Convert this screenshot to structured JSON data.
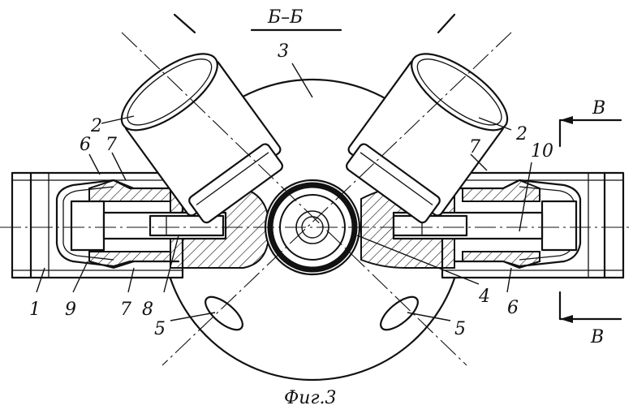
{
  "section_label": "Б–Б",
  "caption": "Фиг.3",
  "view_marker_label": "В",
  "labels": {
    "pipe": "1",
    "branch_left": "2",
    "branch_right": "2",
    "body": "3",
    "center_part": "4",
    "hole_left": "5",
    "hole_right": "5",
    "part_left": "6",
    "part_right": "6",
    "groove_upper_left": "7",
    "groove_lower_left": "7",
    "groove_upper_right": "7",
    "bolt": "8",
    "end_left": "9",
    "tie_right": "10"
  }
}
